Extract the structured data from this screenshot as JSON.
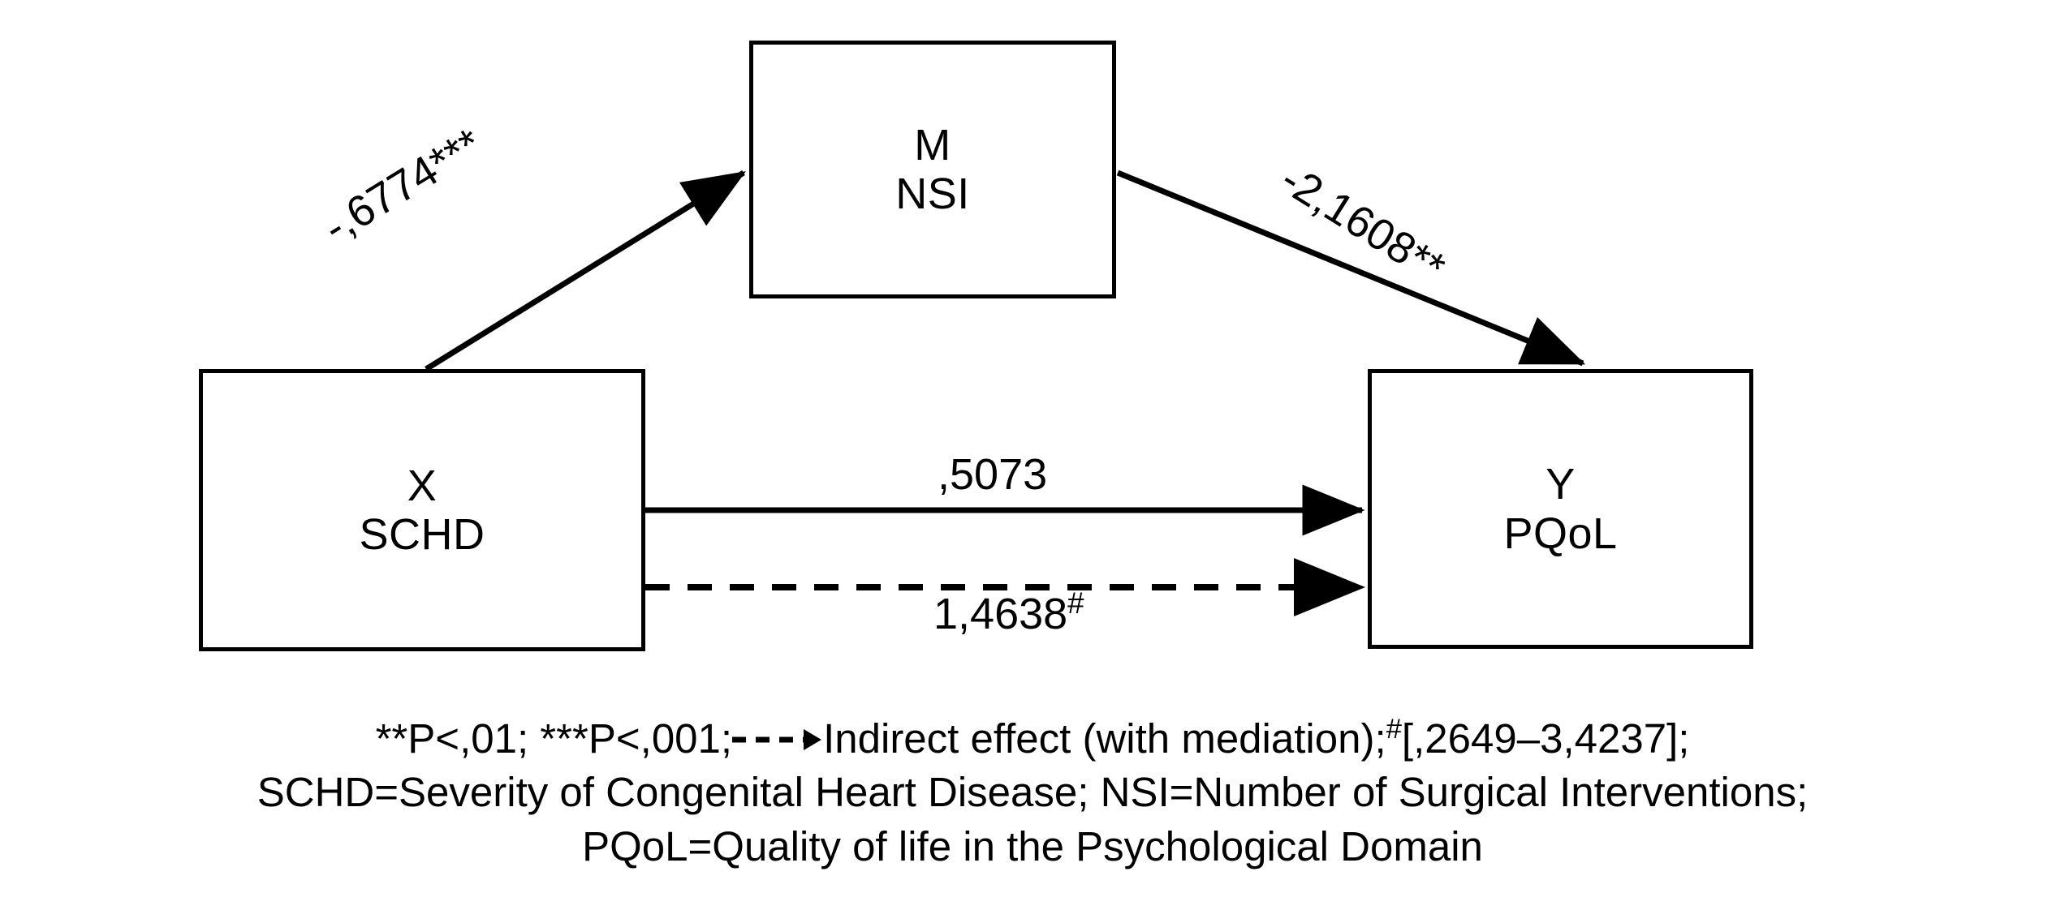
{
  "diagram": {
    "type": "mediation-path-diagram",
    "nodes": [
      {
        "id": "X",
        "role_label": "X",
        "name_label": "SCHD",
        "full_name": "Severity of Congenital Heart Disease"
      },
      {
        "id": "M",
        "role_label": "M",
        "name_label": "NSI",
        "full_name": "Number of Surgical Interventions"
      },
      {
        "id": "Y",
        "role_label": "Y",
        "name_label": "PQoL",
        "full_name": "Quality of life in the Psychological Domain"
      }
    ],
    "edges": [
      {
        "id": "a",
        "from": "X",
        "to": "M",
        "label": "-,6774***",
        "style": "solid"
      },
      {
        "id": "b",
        "from": "M",
        "to": "Y",
        "label": "-2,1608**",
        "style": "solid"
      },
      {
        "id": "c",
        "from": "X",
        "to": "Y",
        "label": ",5073",
        "style": "solid"
      },
      {
        "id": "cp",
        "from": "X",
        "to": "Y",
        "label": "1,4638",
        "label_sup": "#",
        "style": "dashed"
      }
    ]
  },
  "labels": {
    "edge_a": "-,6774***",
    "edge_b": "-2,1608**",
    "edge_c": ",5073",
    "edge_cp_value": "1,4638",
    "edge_cp_sup": "#"
  },
  "caption": {
    "line1_part1": "**P<,01; ***P<,001;",
    "line1_arrow_icon": "dashed-arrow-icon",
    "line1_part2": "Indirect effect (with mediation);",
    "line1_sup": "#",
    "line1_part3": "[,2649–3,4237];",
    "line2": "SCHD=Severity of Congenital Heart Disease; NSI=Number of Surgical Interventions;",
    "line3": "PQoL=Quality of life in the Psychological Domain"
  },
  "colors": {
    "stroke": "#000000",
    "background": "#ffffff",
    "text": "#000000"
  }
}
